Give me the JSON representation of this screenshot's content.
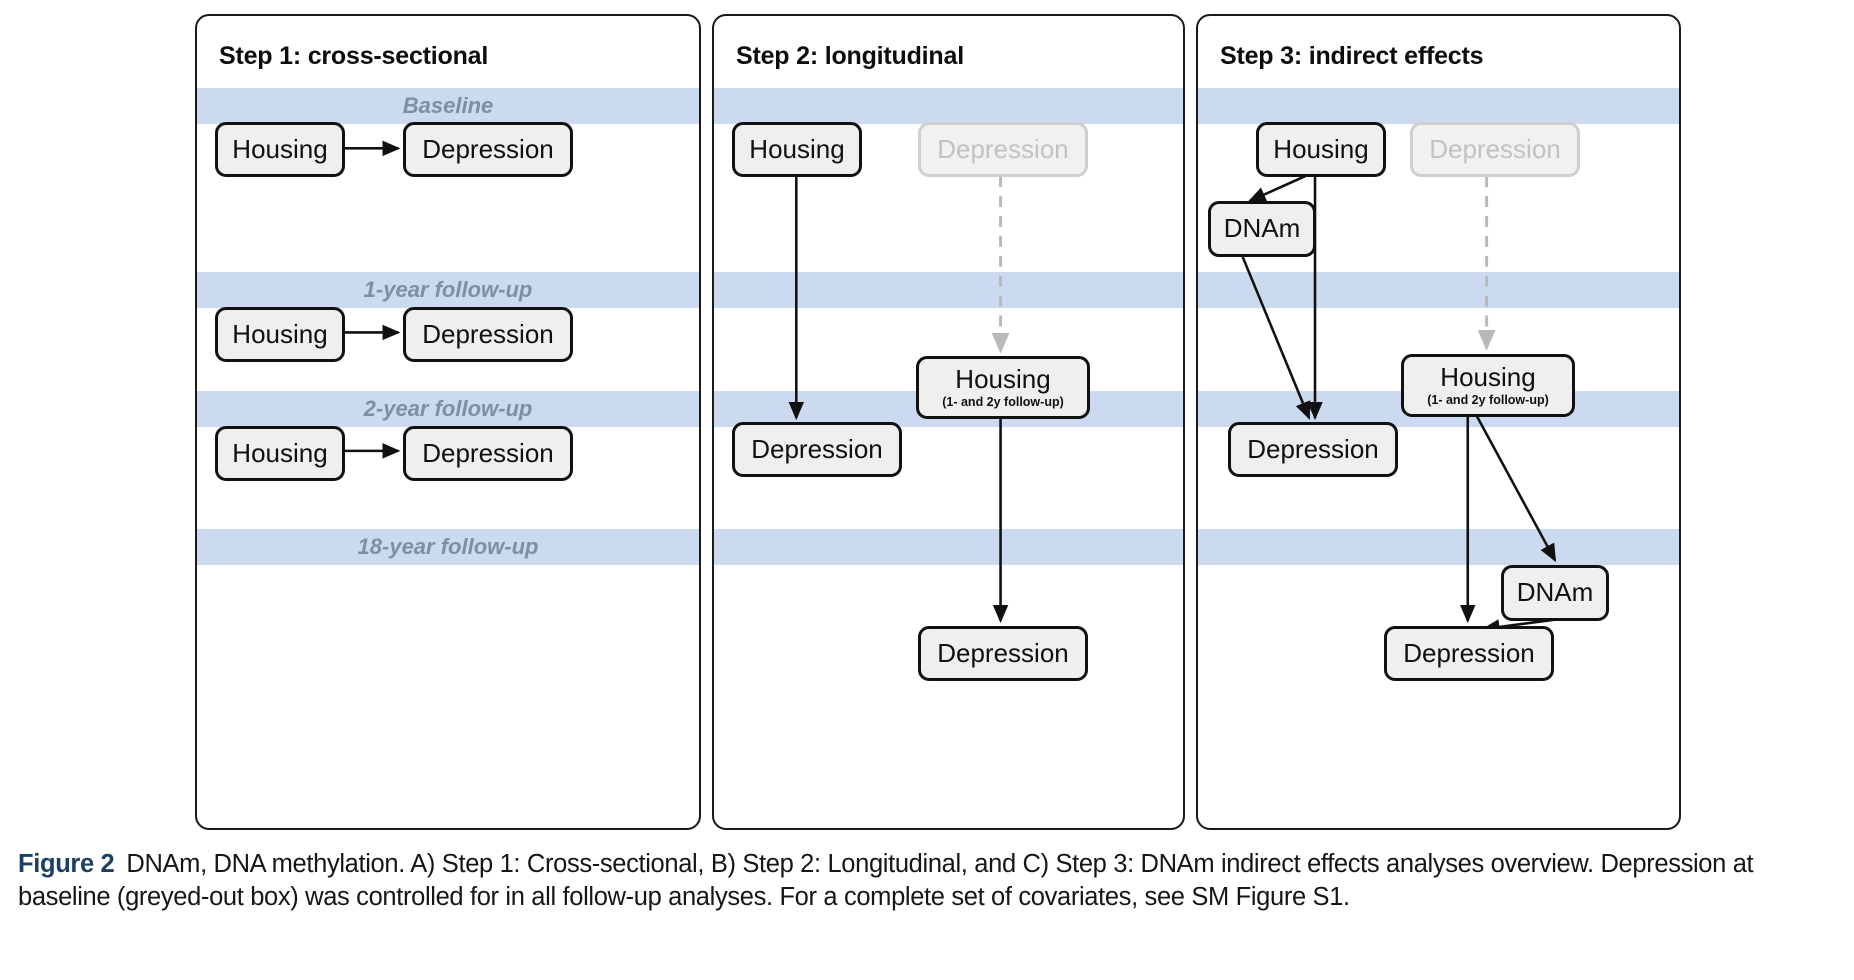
{
  "figure": {
    "number_label": "Figure 2",
    "caption_text": "DNAm, DNA methylation. A) Step 1: Cross-sectional, B) Step 2: Longitudinal, and C) Step 3: DNAm indirect effects analyses overview. Depression at baseline (greyed-out box) was controlled for in all follow-up analyses. For a complete set of covariates, see SM Figure S1.",
    "accent_color": "#1c3f63",
    "band_color": "#ccdaef",
    "box_fill": "#efefef",
    "box_border": "#111111",
    "greyed_border": "#cfcfcf",
    "greyed_text": "#c2c2c2"
  },
  "timeline_bands": [
    {
      "label": "Baseline"
    },
    {
      "label": "1-year follow-up"
    },
    {
      "label": "2-year follow-up"
    },
    {
      "label": "18-year follow-up"
    }
  ],
  "panels": [
    {
      "id": "panel-1",
      "title": "Step 1: cross-sectional",
      "nodes": [
        {
          "name": "housing-baseline",
          "label": "Housing",
          "sublabel": ""
        },
        {
          "name": "depression-baseline",
          "label": "Depression",
          "sublabel": ""
        },
        {
          "name": "housing-1y",
          "label": "Housing",
          "sublabel": ""
        },
        {
          "name": "depression-1y",
          "label": "Depression",
          "sublabel": ""
        },
        {
          "name": "housing-2y",
          "label": "Housing",
          "sublabel": ""
        },
        {
          "name": "depression-2y",
          "label": "Depression",
          "sublabel": ""
        }
      ]
    },
    {
      "id": "panel-2",
      "title": "Step 2: longitudinal",
      "nodes": [
        {
          "name": "housing-baseline",
          "label": "Housing",
          "sublabel": ""
        },
        {
          "name": "depression-baseline",
          "label": "Depression",
          "sublabel": ""
        },
        {
          "name": "depression-2y",
          "label": "Depression",
          "sublabel": ""
        },
        {
          "name": "housing-followup",
          "label": "Housing",
          "sublabel": "(1- and 2y follow-up)"
        },
        {
          "name": "depression-18y",
          "label": "Depression",
          "sublabel": ""
        }
      ]
    },
    {
      "id": "panel-3",
      "title": "Step 3: indirect effects",
      "nodes": [
        {
          "name": "housing-baseline",
          "label": "Housing",
          "sublabel": ""
        },
        {
          "name": "depression-baseline",
          "label": "Depression",
          "sublabel": ""
        },
        {
          "name": "dnam-baseline",
          "label": "DNAm",
          "sublabel": ""
        },
        {
          "name": "depression-2y",
          "label": "Depression",
          "sublabel": ""
        },
        {
          "name": "housing-followup",
          "label": "Housing",
          "sublabel": "(1- and 2y follow-up)"
        },
        {
          "name": "dnam-18y",
          "label": "DNAm",
          "sublabel": ""
        },
        {
          "name": "depression-18y",
          "label": "Depression",
          "sublabel": ""
        }
      ]
    }
  ]
}
